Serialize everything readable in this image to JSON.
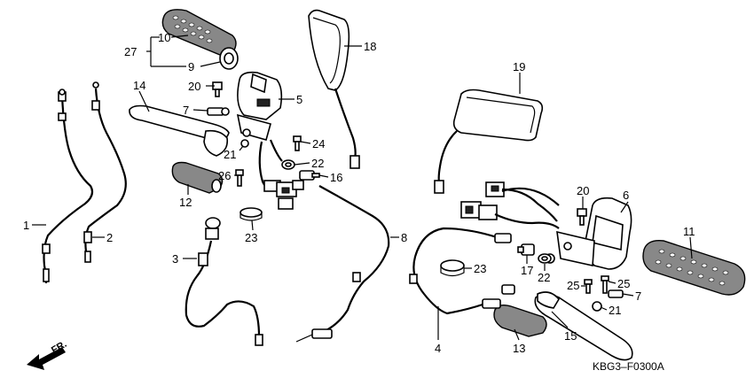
{
  "diagram_code": "KBG3–F0300A",
  "direction_label": "FR.",
  "callouts": [
    {
      "id": "c1",
      "text": "1"
    },
    {
      "id": "c2",
      "text": "2"
    },
    {
      "id": "c3",
      "text": "3"
    },
    {
      "id": "c4",
      "text": "4"
    },
    {
      "id": "c5",
      "text": "5"
    },
    {
      "id": "c6",
      "text": "6"
    },
    {
      "id": "c7a",
      "text": "7"
    },
    {
      "id": "c7b",
      "text": "7"
    },
    {
      "id": "c8",
      "text": "8"
    },
    {
      "id": "c9",
      "text": "9"
    },
    {
      "id": "c10",
      "text": "10"
    },
    {
      "id": "c11",
      "text": "11"
    },
    {
      "id": "c12",
      "text": "12"
    },
    {
      "id": "c13",
      "text": "13"
    },
    {
      "id": "c14",
      "text": "14"
    },
    {
      "id": "c15",
      "text": "15"
    },
    {
      "id": "c16",
      "text": "16"
    },
    {
      "id": "c17",
      "text": "17"
    },
    {
      "id": "c18",
      "text": "18"
    },
    {
      "id": "c19",
      "text": "19"
    },
    {
      "id": "c20a",
      "text": "20"
    },
    {
      "id": "c20b",
      "text": "20"
    },
    {
      "id": "c21a",
      "text": "21"
    },
    {
      "id": "c21b",
      "text": "21"
    },
    {
      "id": "c22a",
      "text": "22"
    },
    {
      "id": "c22b",
      "text": "22"
    },
    {
      "id": "c23a",
      "text": "23"
    },
    {
      "id": "c23b",
      "text": "23"
    },
    {
      "id": "c24",
      "text": "24"
    },
    {
      "id": "c25a",
      "text": "25"
    },
    {
      "id": "c25b",
      "text": "25"
    },
    {
      "id": "c26",
      "text": "26"
    },
    {
      "id": "c27",
      "text": "27"
    }
  ]
}
